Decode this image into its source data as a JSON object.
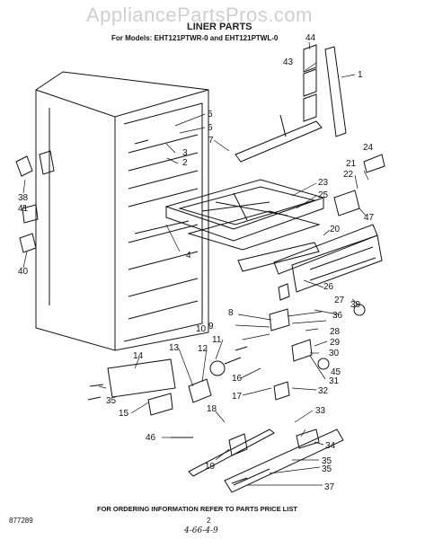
{
  "header": {
    "watermark": "AppliancePartsPros.com",
    "title": "LINER PARTS",
    "models": "For Models: EHT121PTWR-0 and EHT121PTWL-0"
  },
  "callouts": [
    "1",
    "2",
    "3",
    "4",
    "5",
    "6",
    "7",
    "8",
    "9",
    "10",
    "11",
    "12",
    "13",
    "14",
    "15",
    "16",
    "17",
    "18",
    "19",
    "20",
    "21",
    "22",
    "23",
    "24",
    "25",
    "26",
    "27",
    "28",
    "29",
    "30",
    "31",
    "32",
    "33",
    "34",
    "35",
    "35",
    "35",
    "36",
    "37",
    "38",
    "39",
    "40",
    "41",
    "43",
    "44",
    "45",
    "46",
    "47"
  ],
  "footer": {
    "ordering_note": "FOR ORDERING INFORMATION REFER TO PARTS PRICE LIST",
    "page_number": "2",
    "doc_code": "877289",
    "handwritten": "4-66-4-9"
  }
}
